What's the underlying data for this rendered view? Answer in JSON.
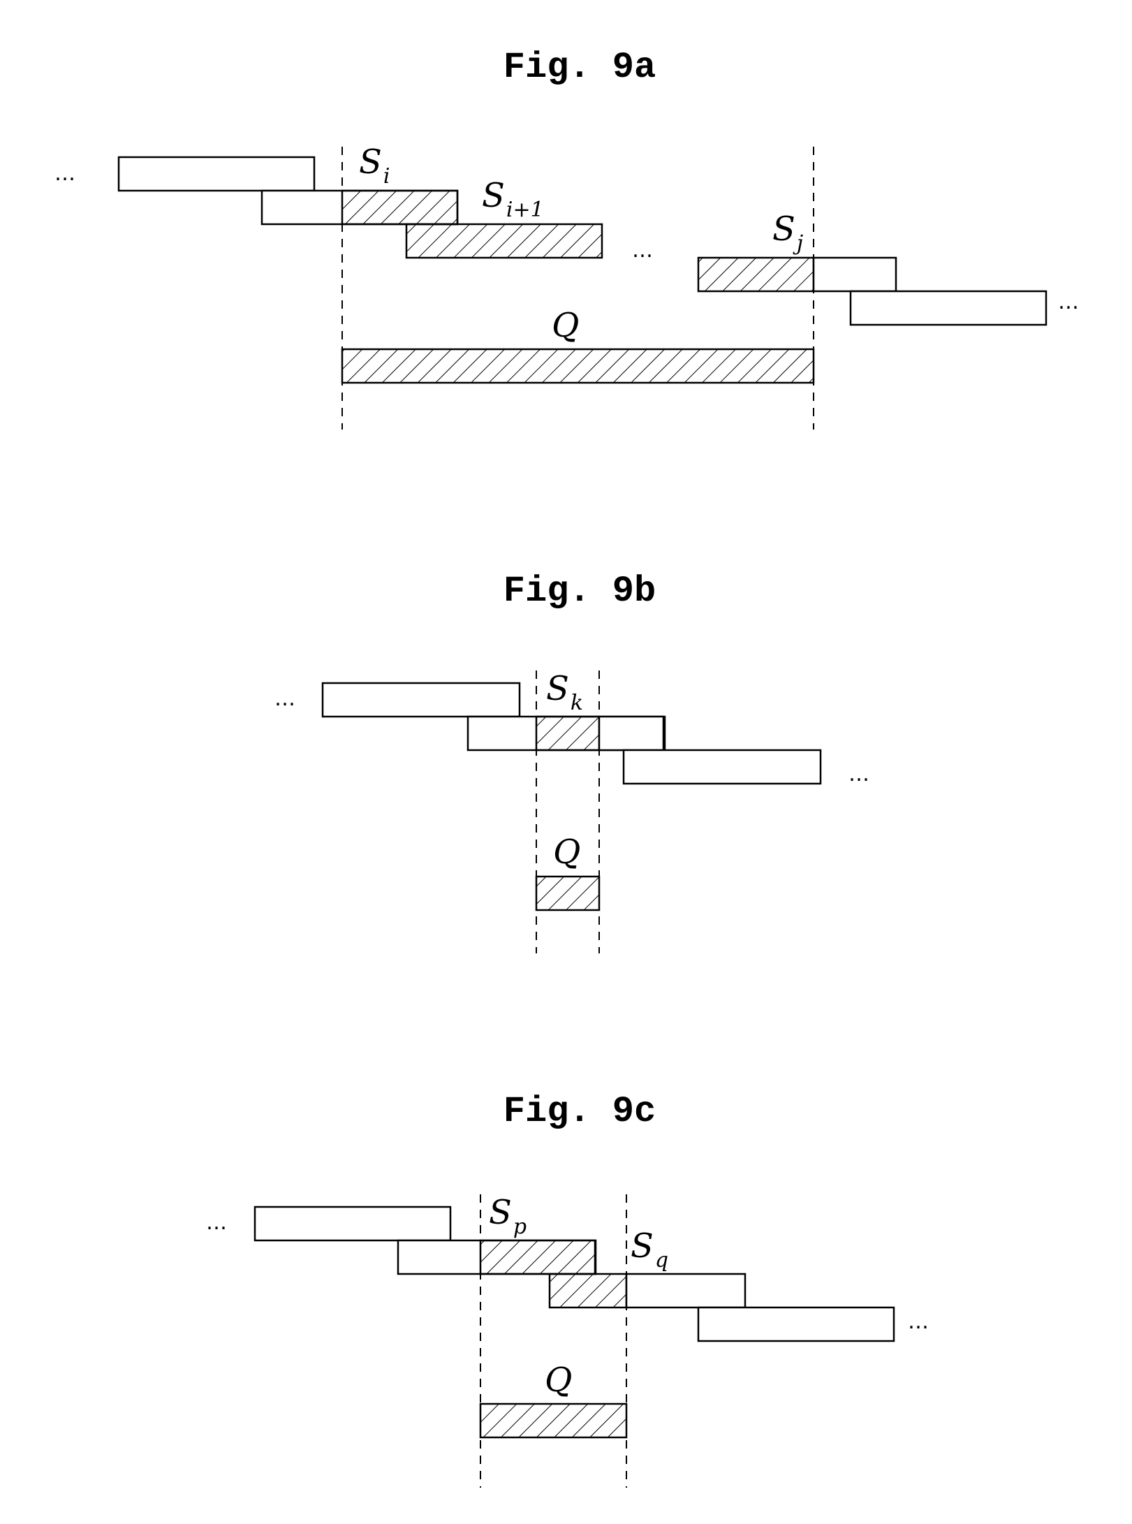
{
  "figures": [
    {
      "title": "Fig. 9a",
      "boxes": [
        {
          "hatched": false
        },
        {
          "hatched": false
        },
        {
          "hatched": true
        },
        {
          "hatched": true
        },
        {
          "hatched": true
        },
        {
          "hatched": false
        },
        {
          "hatched": false
        },
        {
          "hatched": true
        }
      ],
      "labels": [
        {
          "base": "S",
          "sub": "i"
        },
        {
          "base": "S",
          "sub": "i+1"
        },
        {
          "base": "S",
          "sub": "j"
        },
        {
          "base": "Q",
          "sub": ""
        }
      ],
      "ellipses": [
        "…",
        "…",
        "…"
      ]
    },
    {
      "title": "Fig. 9b",
      "boxes": [
        {
          "hatched": false
        },
        {
          "hatched": false
        },
        {
          "hatched": true
        },
        {
          "hatched": false
        },
        {
          "hatched": false
        },
        {
          "hatched": true
        }
      ],
      "labels": [
        {
          "base": "S",
          "sub": "k"
        },
        {
          "base": "Q",
          "sub": ""
        }
      ],
      "ellipses": [
        "…",
        "…"
      ]
    },
    {
      "title": "Fig. 9c",
      "boxes": [
        {
          "hatched": false
        },
        {
          "hatched": false
        },
        {
          "hatched": true
        },
        {
          "hatched": true
        },
        {
          "hatched": false
        },
        {
          "hatched": false
        },
        {
          "hatched": true
        }
      ],
      "labels": [
        {
          "base": "S",
          "sub": "p"
        },
        {
          "base": "S",
          "sub": "q"
        },
        {
          "base": "Q",
          "sub": ""
        }
      ],
      "ellipses": [
        "…",
        "…"
      ]
    }
  ]
}
